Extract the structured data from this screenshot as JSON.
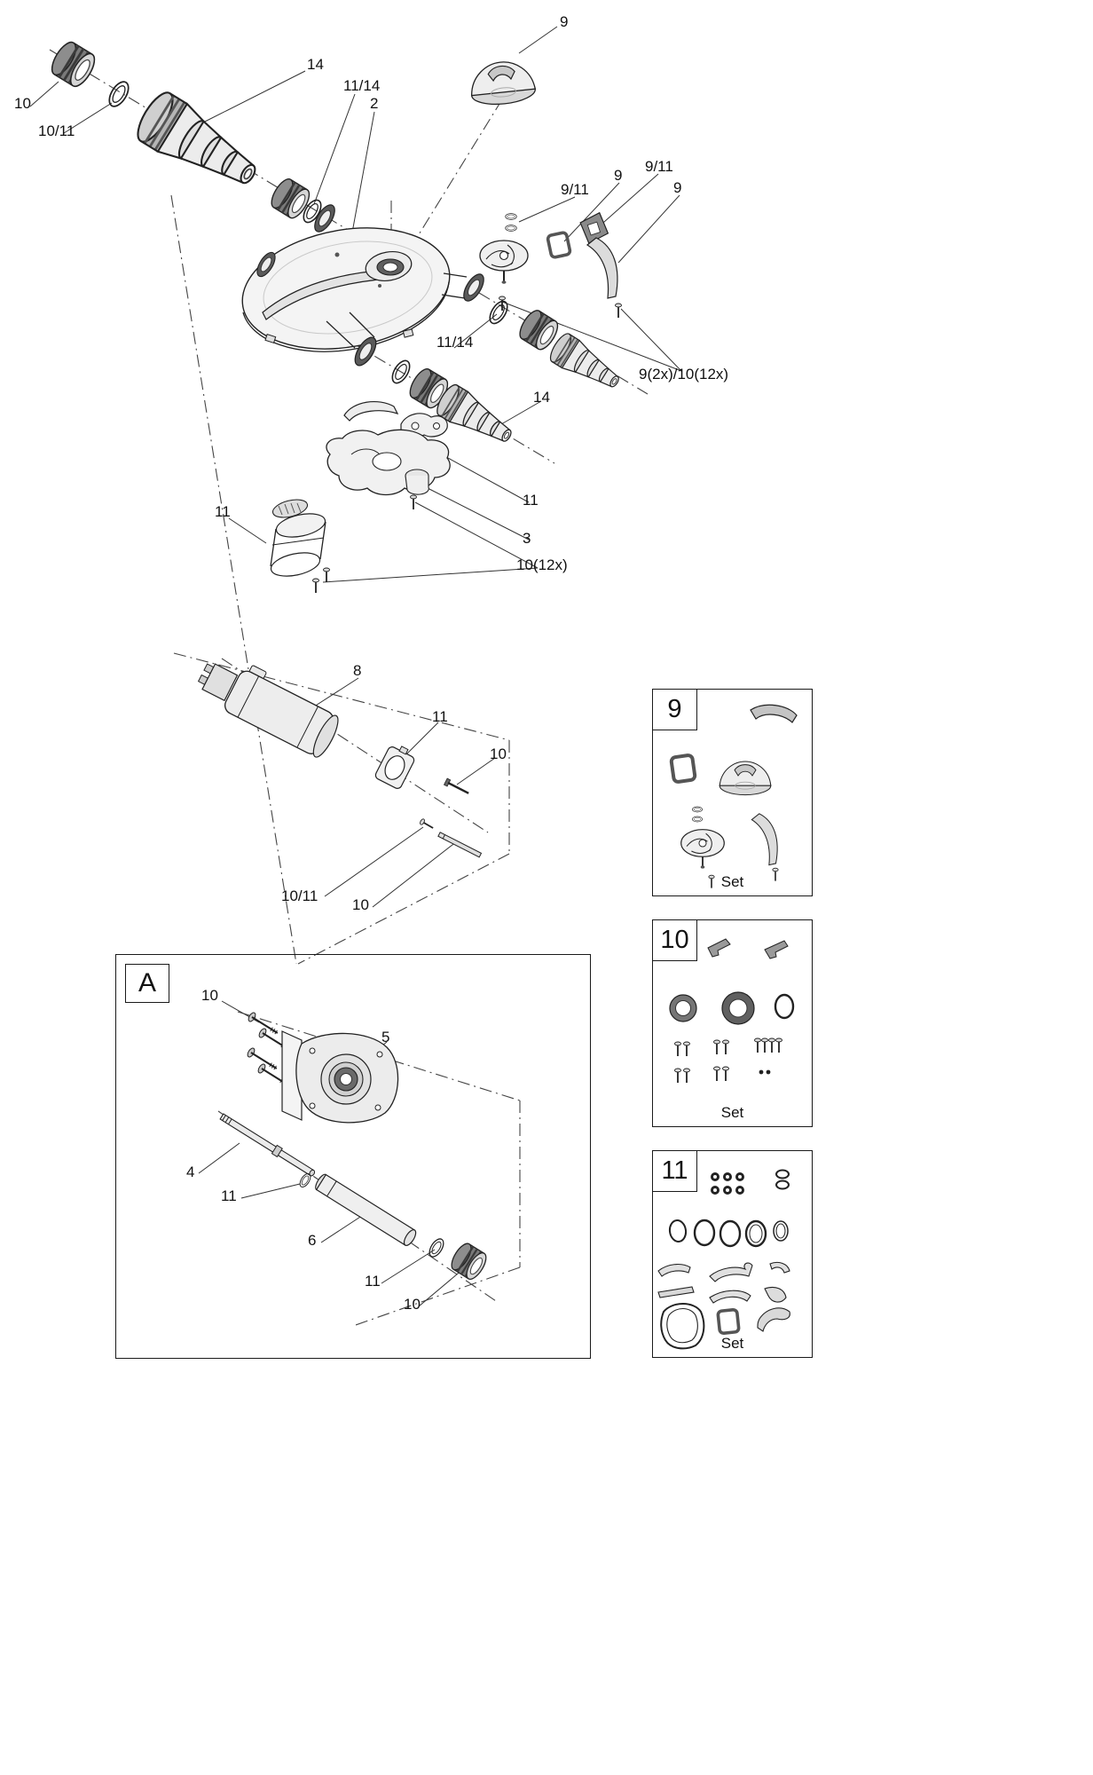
{
  "callouts": {
    "c9_top": "9",
    "c14_top": "14",
    "c11_14_top": "11/14",
    "c2": "2",
    "c10_tl": "10",
    "c10_11_tl": "10/11",
    "c9_11_a": "9/11",
    "c9_b": "9",
    "c9_11_c": "9/11",
    "c9_d": "9",
    "c11_14_mid": "11/14",
    "c9_10_multi": "9(2x)/10(12x)",
    "c14_mid": "14",
    "c11_mid": "11",
    "c3": "3",
    "c11_left": "11",
    "c10_12x": "10(12x)",
    "c8": "8",
    "c11_plate": "11",
    "c10_pin": "10",
    "c10_11_bot": "10/11",
    "c10_bot": "10",
    "c10_boxa": "10",
    "c5": "5",
    "c4": "4",
    "c11_shaft": "11",
    "c6": "6",
    "c11_oring": "11",
    "c10_nut": "10"
  },
  "panels": {
    "p9": {
      "number": "9",
      "set": "Set"
    },
    "p10": {
      "number": "10",
      "set": "Set"
    },
    "p11": {
      "number": "11",
      "set": "Set"
    }
  },
  "section_a": {
    "label": "A"
  }
}
